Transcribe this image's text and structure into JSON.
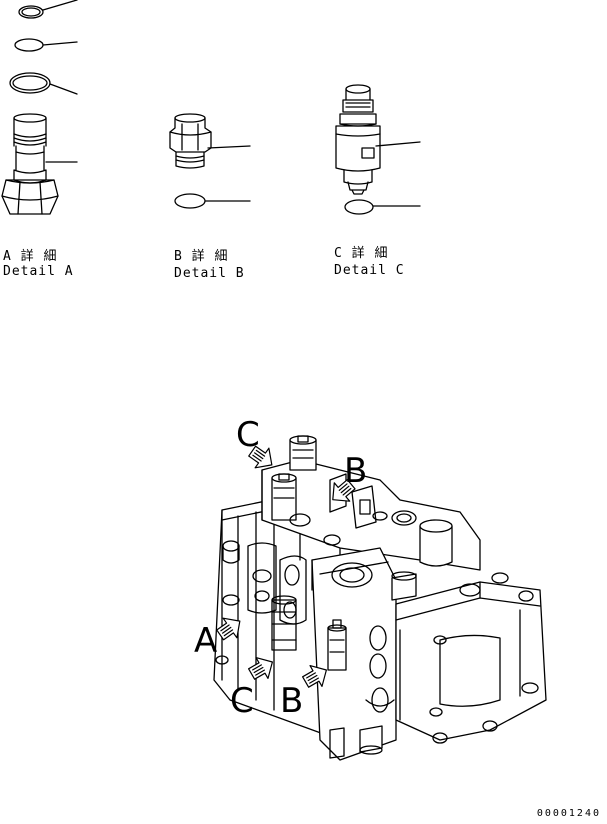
{
  "details": {
    "a": {
      "jp": "A 詳 細",
      "en": "Detail A"
    },
    "b": {
      "jp": "B 詳 細",
      "en": "Detail B"
    },
    "c": {
      "jp": "C 詳 細",
      "en": "Detail C"
    }
  },
  "callouts": {
    "a": "A",
    "b_top": "B",
    "b_bottom": "B",
    "c_top": "C",
    "c_bottom": "C"
  },
  "doc_number": "00001240"
}
